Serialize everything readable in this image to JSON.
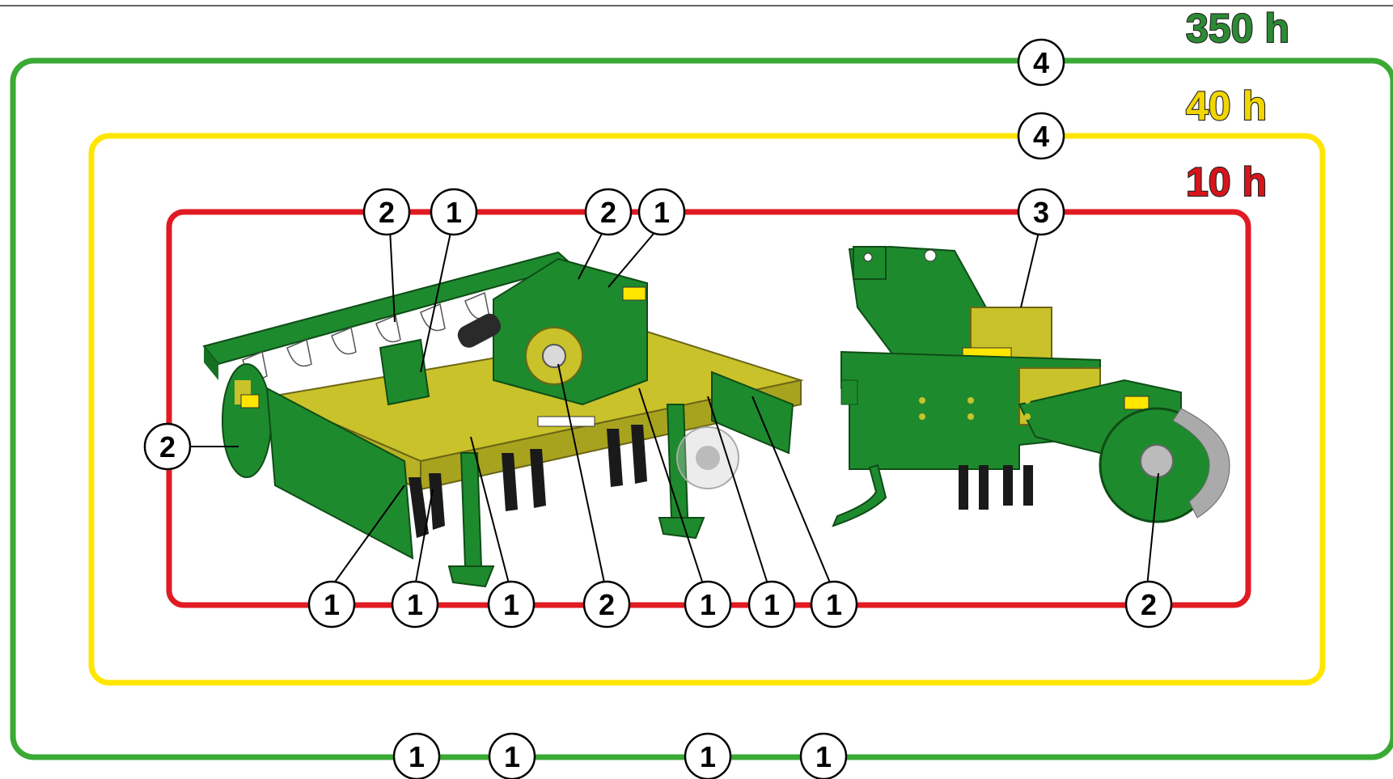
{
  "intervals": {
    "green": {
      "label": "350 h",
      "color": "#3aaa35"
    },
    "yellow": {
      "label": "40 h",
      "color": "#ffe600"
    },
    "red": {
      "label": "10 h",
      "color": "#e01b22"
    }
  },
  "colors": {
    "machine_green": "#1e8a2e",
    "machine_yellow": "#c9c22a",
    "frame_border": "#333333"
  },
  "callouts": {
    "green_top": "4",
    "yellow_top": "4",
    "red_top_a": "2",
    "red_top_b": "1",
    "red_top_c": "2",
    "red_top_d": "1",
    "red_top_e": "3",
    "left_side": "2",
    "bottom_a": "1",
    "bottom_b": "1",
    "bottom_c": "1",
    "bottom_d": "2",
    "bottom_e": "1",
    "bottom_f": "1",
    "bottom_g": "1",
    "bottom_h": "2",
    "green_bottom_a": "1",
    "green_bottom_b": "1",
    "green_bottom_c": "1",
    "green_bottom_d": "1"
  }
}
